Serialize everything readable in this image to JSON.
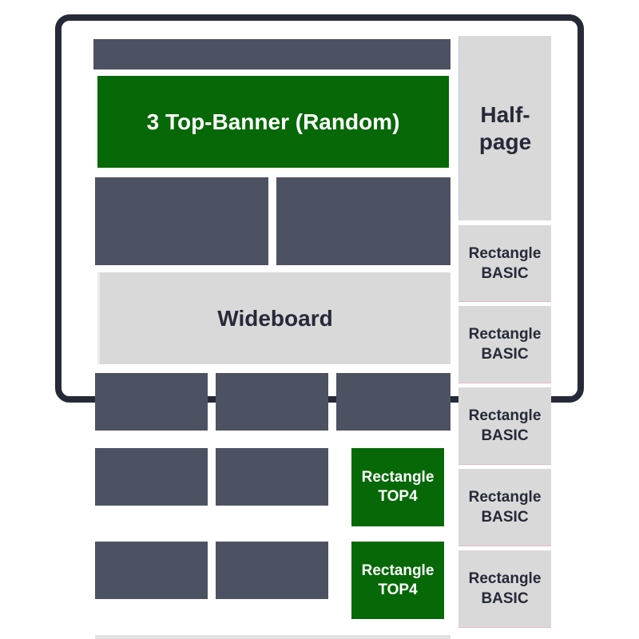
{
  "slots": {
    "top_banner": "3 Top-Banner (Random)",
    "wideboard": "Wideboard",
    "halfpage_line1": "Half-",
    "halfpage_line2": "page",
    "rectangle_basic_line1": "Rectangle",
    "rectangle_basic_line2": "BASIC",
    "rectangle_top4_line1": "Rectangle",
    "rectangle_top4_line2": "TOP4"
  },
  "colors": {
    "frame": "#262a38",
    "content_block": "#4d5263",
    "premium_slot": "#066806",
    "basic_slot": "#d9d9d9",
    "text_dark": "#262a38",
    "text_light": "#ffffff"
  }
}
